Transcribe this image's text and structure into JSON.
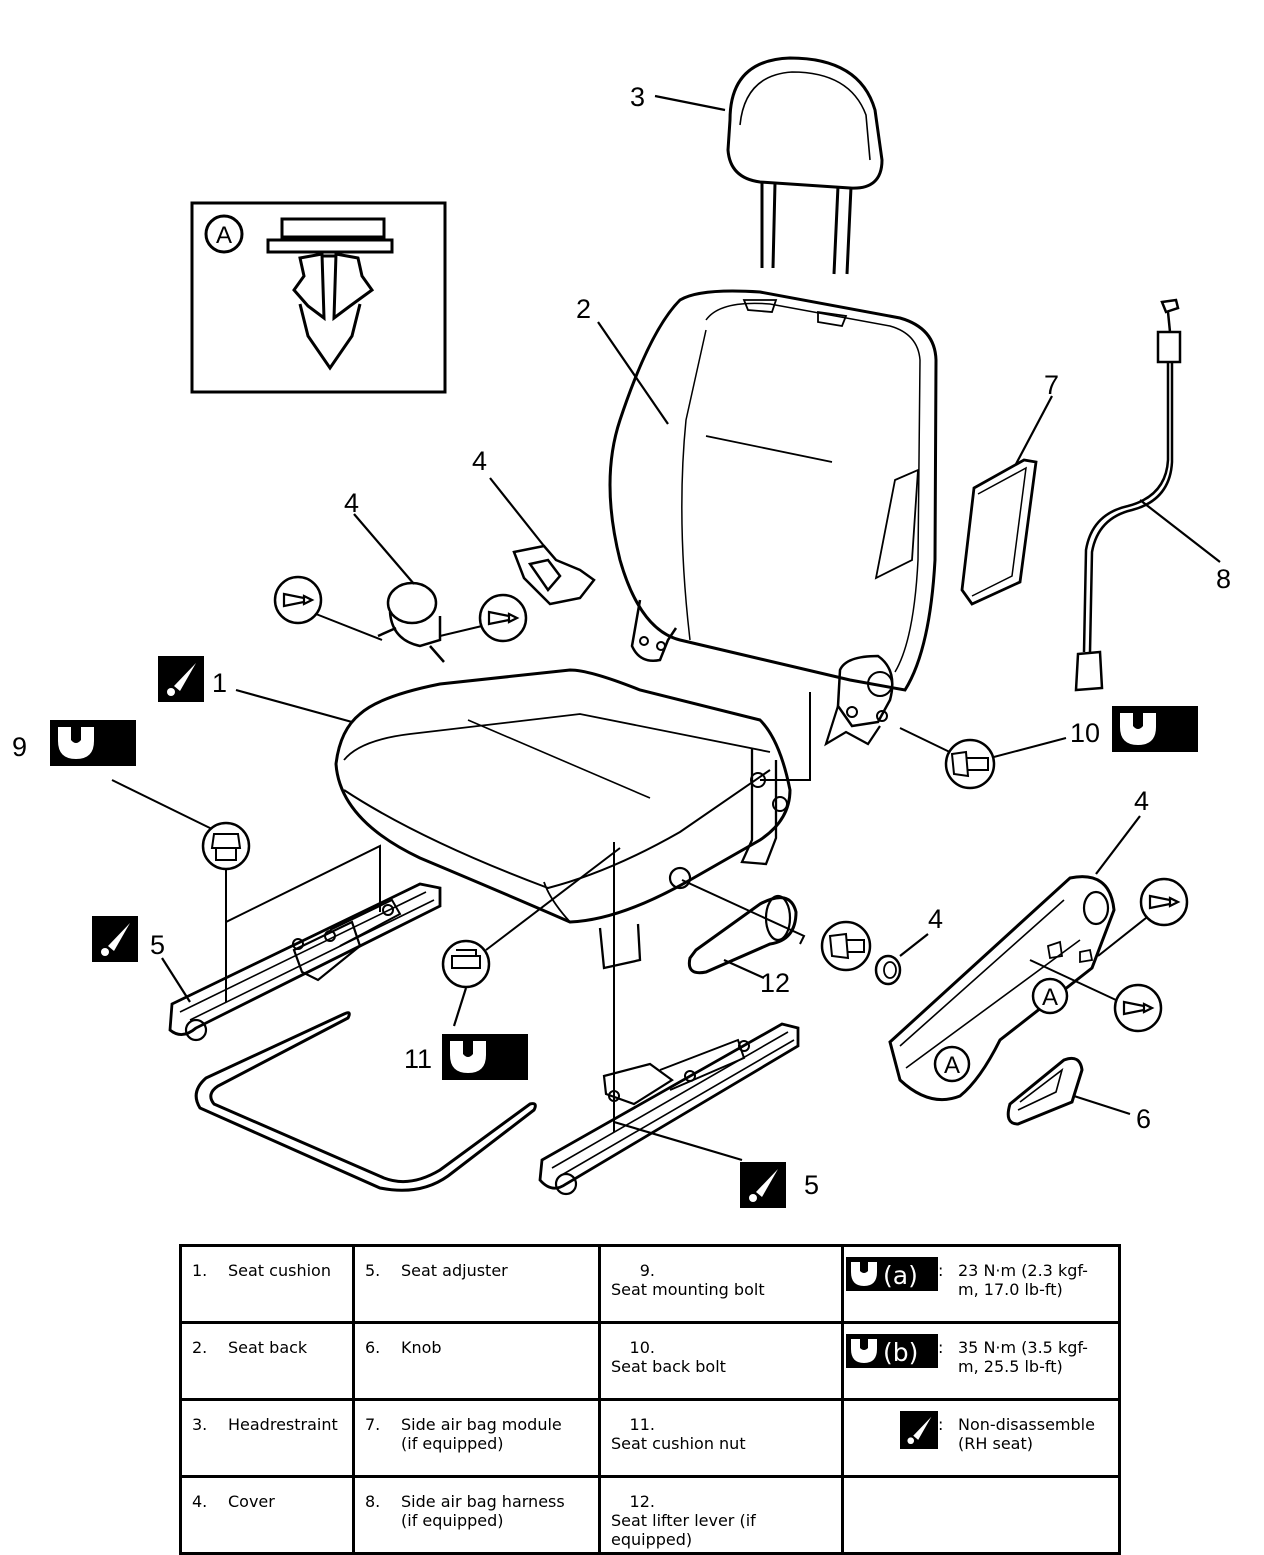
{
  "diagram": {
    "callouts": {
      "headrestraint": "3",
      "seat_back": "2",
      "cover_upper_left": "4",
      "cover_upper_mid": "4",
      "side_air_bag_module": "7",
      "side_air_bag_harness": "8",
      "seat_cushion": "1",
      "seat_mounting_bolt": "9",
      "seat_back_bolt": "10",
      "cover_right_panel": "4",
      "cover_small": "4",
      "seat_adjuster_left": "5",
      "seat_lifter_lever": "12",
      "seat_cushion_nut": "11",
      "knob": "6",
      "seat_adjuster_right": "5"
    },
    "inset_label": "A",
    "clip_markers": [
      "A",
      "A"
    ]
  },
  "legend": {
    "rows": [
      [
        {
          "num": "1.",
          "text": "Seat cushion"
        },
        {
          "num": "5.",
          "text": "Seat adjuster"
        },
        {
          "num": "9.",
          "text": "Seat mounting bolt"
        },
        {
          "symbol": "(a)",
          "colon": ":",
          "text": "23 N·m (2.3 kgf-m, 17.0 lb-ft)"
        }
      ],
      [
        {
          "num": "2.",
          "text": "Seat back"
        },
        {
          "num": "6.",
          "text": "Knob"
        },
        {
          "num": "10.",
          "text": "Seat back bolt"
        },
        {
          "symbol": "(b)",
          "colon": ":",
          "text": "35 N·m (3.5 kgf-m, 25.5 lb-ft)"
        }
      ],
      [
        {
          "num": "3.",
          "text": "Headrestraint"
        },
        {
          "num": "7.",
          "text": "Side air bag module (if equipped)"
        },
        {
          "num": "11.",
          "text": "Seat cushion nut"
        },
        {
          "colon": ":",
          "text": "Non-disassemble (RH seat)"
        }
      ],
      [
        {
          "num": "4.",
          "text": "Cover"
        },
        {
          "num": "8.",
          "text": "Side air bag harness (if equipped)"
        },
        {
          "num": "12.",
          "text": "Seat lifter lever (if equipped)"
        },
        {}
      ]
    ]
  }
}
